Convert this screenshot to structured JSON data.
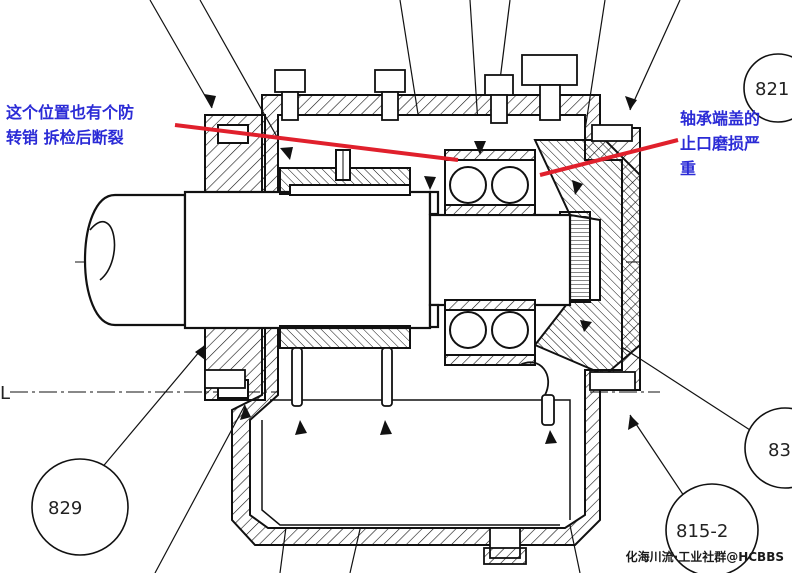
{
  "annotations": {
    "left_text": "这个位置也有个防\n转销  拆检后断裂",
    "right_text": "轴承端盖的\n止口磨损严\n重",
    "highlight_color": "#e0202c",
    "text_color": "#2b2bd6"
  },
  "part_labels": {
    "p821": "821",
    "p829": "829",
    "p815_2": "815-2",
    "p83": "83",
    "axis_letter": "L"
  },
  "watermark": "化海川流·工业社群@HCBBS"
}
